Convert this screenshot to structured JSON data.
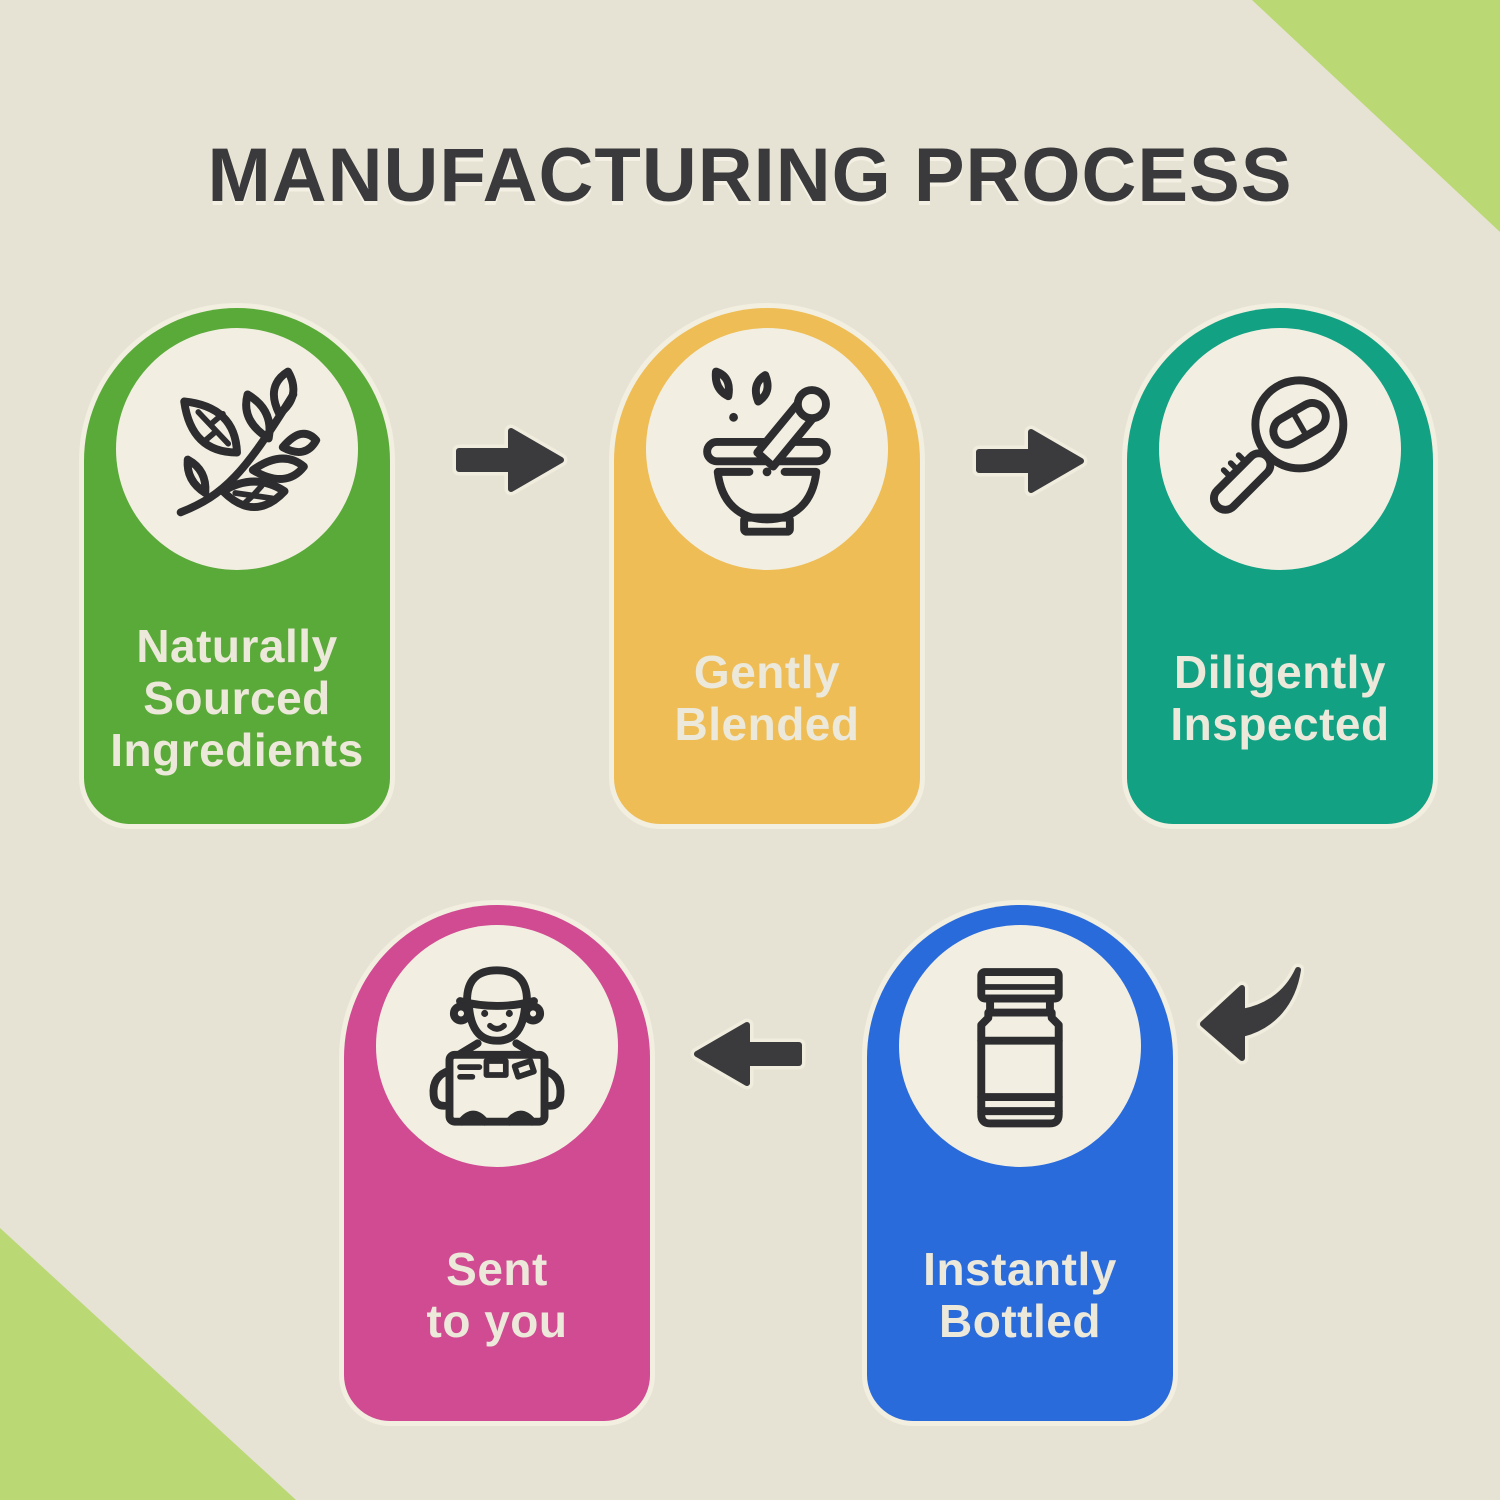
{
  "title": "MANUFACTURING PROCESS",
  "steps": [
    {
      "name": "naturally-sourced",
      "color": "#5aaa3a",
      "icon": "leaf-branch",
      "lines": [
        "Naturally",
        "Sourced",
        "Ingredients"
      ]
    },
    {
      "name": "gently-blended",
      "color": "#eebd55",
      "icon": "mortar-and-pestle",
      "lines": [
        "Gently",
        "Blended"
      ]
    },
    {
      "name": "diligently-inspected",
      "color": "#12a183",
      "icon": "magnifier-with-pill",
      "lines": [
        "Diligently",
        "Inspected"
      ]
    },
    {
      "name": "instantly-bottled",
      "color": "#2a6bdc",
      "icon": "supplement-jar",
      "lines": [
        "Instantly",
        "Bottled"
      ]
    },
    {
      "name": "sent-to-you",
      "color": "#d04b92",
      "icon": "delivery-person",
      "lines": [
        "Sent",
        "to you"
      ]
    }
  ],
  "flow": {
    "order": [
      "naturally-sourced",
      "gently-blended",
      "diligently-inspected",
      "instantly-bottled",
      "sent-to-you"
    ],
    "arrows": [
      "right",
      "right",
      "curve-down-left",
      "left"
    ]
  },
  "palette": {
    "background": "#e6e3d4",
    "corner_triangle": "#bad873",
    "title_text": "#3a3a3c",
    "arrow_fill": "#3b3b3d",
    "arrow_outline": "#f0edde",
    "icon_stroke": "#2d2d2f",
    "icon_circle_fill": "#f2efe2",
    "card_label_text": "#ece8da",
    "card_outline": "#f2efe0"
  }
}
